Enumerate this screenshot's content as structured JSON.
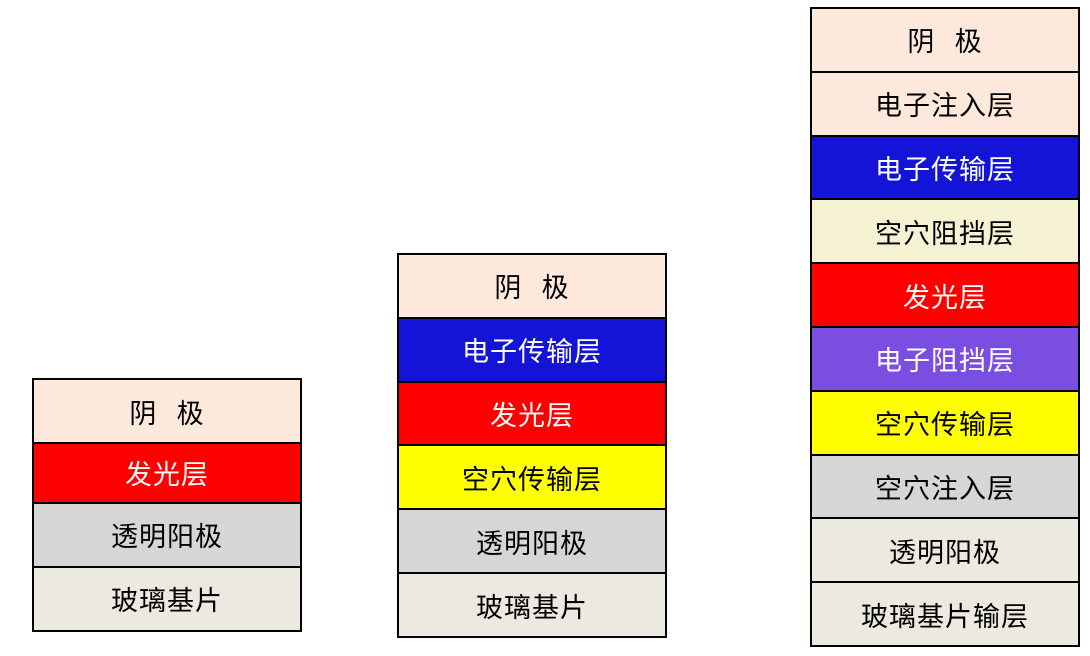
{
  "colors": {
    "cathode": "#fde9dc",
    "eil": "#fde9dc",
    "etl": "#1414d8",
    "hbl": "#f5f1d3",
    "eml": "#ff0000",
    "ebl": "#7a4ee0",
    "htl": "#ffff00",
    "hil": "#d6d6d6",
    "anode_grey": "#d6d6d6",
    "anode_light": "#ece9e0",
    "glass": "#ece9e0"
  },
  "stacks": [
    {
      "name": "single-layer-device",
      "layers": [
        {
          "label": "阴  极",
          "bg": "#fde9dc",
          "text": "dark"
        },
        {
          "label": "发光层",
          "bg": "#ff0000",
          "text": "light"
        },
        {
          "label": "透明阳极",
          "bg": "#d6d6d6",
          "text": "dark"
        },
        {
          "label": "玻璃基片",
          "bg": "#ece9e0",
          "text": "dark"
        }
      ]
    },
    {
      "name": "three-layer-device",
      "layers": [
        {
          "label": "阴  极",
          "bg": "#fde9dc",
          "text": "dark"
        },
        {
          "label": "电子传输层",
          "bg": "#1414d8",
          "text": "light"
        },
        {
          "label": "发光层",
          "bg": "#ff0000",
          "text": "light"
        },
        {
          "label": "空穴传输层",
          "bg": "#ffff00",
          "text": "dark"
        },
        {
          "label": "透明阳极",
          "bg": "#d6d6d6",
          "text": "dark"
        },
        {
          "label": "玻璃基片",
          "bg": "#ece9e0",
          "text": "dark"
        }
      ]
    },
    {
      "name": "multi-layer-device",
      "layers": [
        {
          "label": "阴  极",
          "bg": "#fde9dc",
          "text": "dark"
        },
        {
          "label": "电子注入层",
          "bg": "#fde9dc",
          "text": "dark"
        },
        {
          "label": "电子传输层",
          "bg": "#1414d8",
          "text": "light"
        },
        {
          "label": "空穴阻挡层",
          "bg": "#f5f1d3",
          "text": "dark"
        },
        {
          "label": "发光层",
          "bg": "#ff0000",
          "text": "light"
        },
        {
          "label": "电子阻挡层",
          "bg": "#7a4ee0",
          "text": "light"
        },
        {
          "label": "空穴传输层",
          "bg": "#ffff00",
          "text": "dark"
        },
        {
          "label": "空穴注入层",
          "bg": "#d6d6d6",
          "text": "dark"
        },
        {
          "label": "透明阳极",
          "bg": "#ece9e0",
          "text": "dark"
        },
        {
          "label": "玻璃基片输层",
          "bg": "#ece9e0",
          "text": "dark"
        }
      ]
    }
  ]
}
